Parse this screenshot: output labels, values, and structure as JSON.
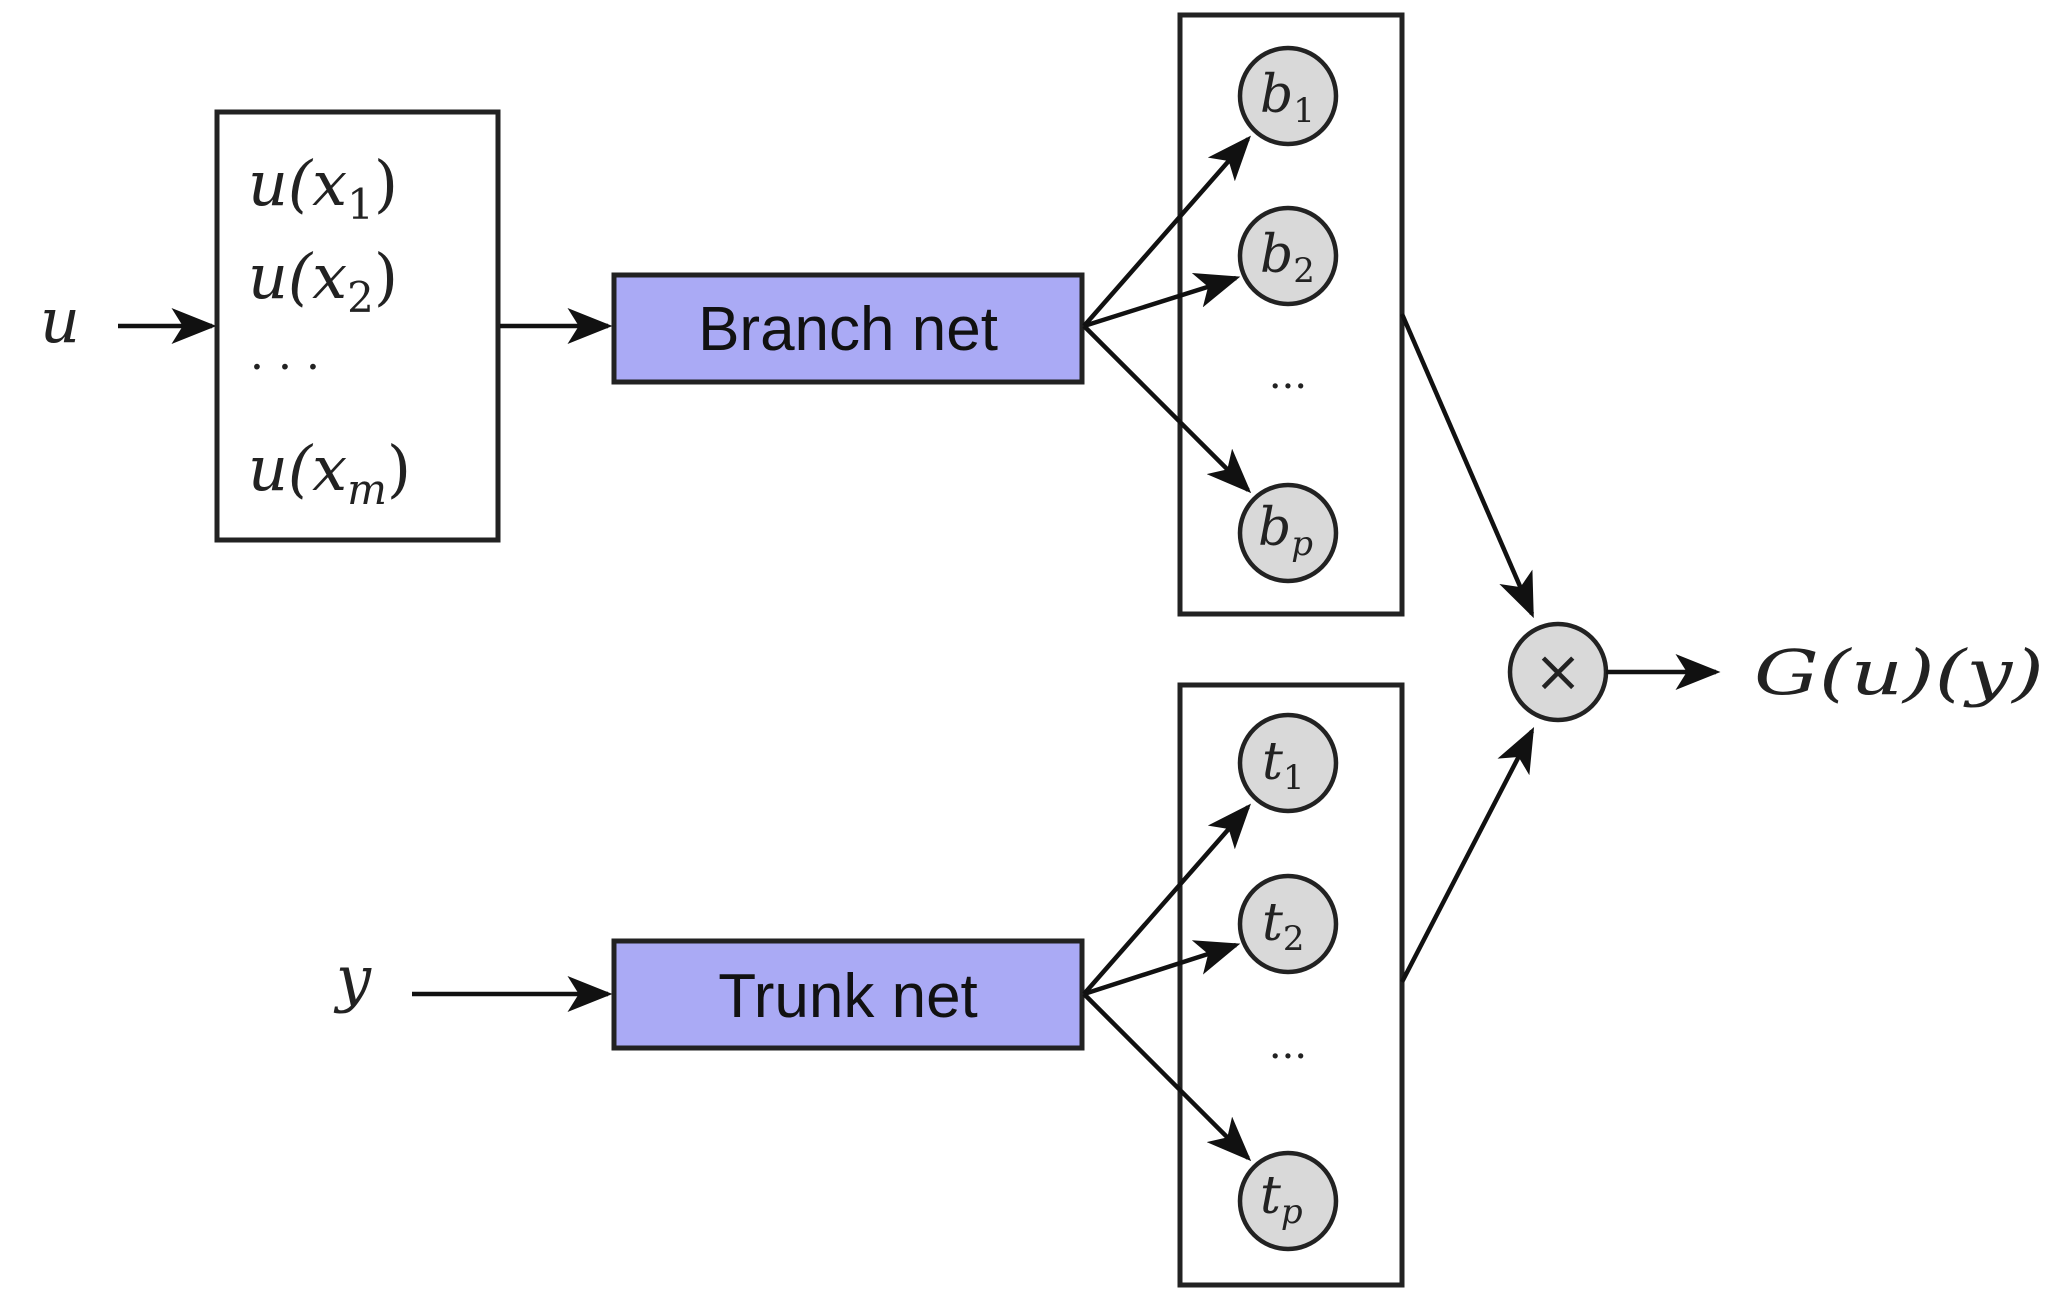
{
  "diagram": {
    "input_u": "u",
    "input_y": "y",
    "samples": {
      "line1": {
        "fn": "u(x",
        "sub": "1",
        "close": ")"
      },
      "line2": {
        "fn": "u(x",
        "sub": "2",
        "close": ")"
      },
      "dots": "· · ·",
      "line3": {
        "fn": "u(x",
        "sub": "m",
        "close": ")"
      }
    },
    "branch_label": "Branch net",
    "trunk_label": "Trunk net",
    "branch_nodes": [
      {
        "base": "b",
        "sub": "1"
      },
      {
        "base": "b",
        "sub": "2"
      },
      {
        "base": "b",
        "sub": "p"
      }
    ],
    "trunk_nodes": [
      {
        "base": "t",
        "sub": "1"
      },
      {
        "base": "t",
        "sub": "2"
      },
      {
        "base": "t",
        "sub": "p"
      }
    ],
    "ellipsis": "···",
    "product_symbol": "×",
    "output_label": "G(u)(y)",
    "colors": {
      "net_fill": "#aaaaf5",
      "node_fill": "#d9d9d9",
      "stroke": "#222222"
    }
  }
}
